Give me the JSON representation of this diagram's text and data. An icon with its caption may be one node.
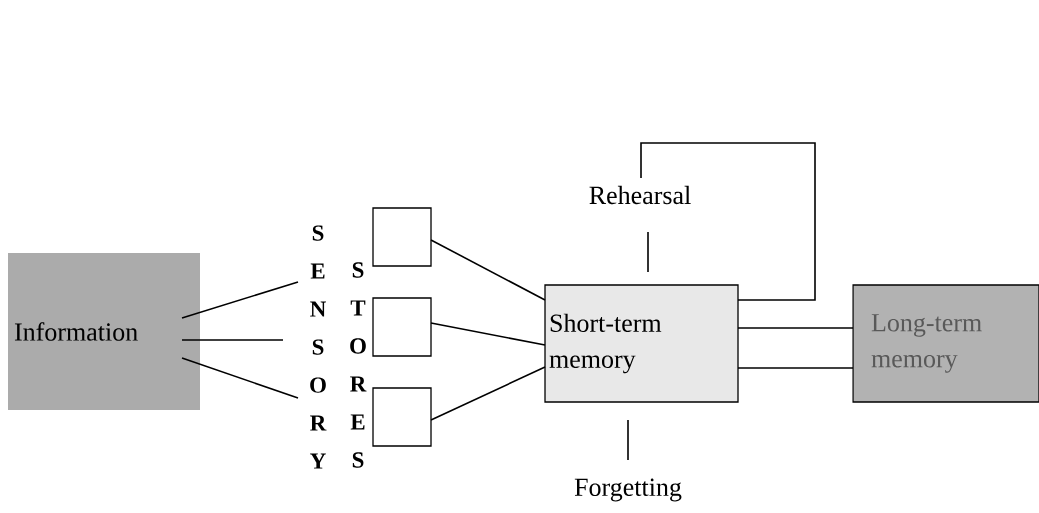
{
  "diagram": {
    "nodes": [
      {
        "text": [
          "Information"
        ]
      },
      {
        "text": [
          "S E N S O R Y"
        ]
      },
      {
        "text": [],
        "shape": "box"
      },
      {
        "text": [],
        "shape": "box"
      },
      {
        "text": [],
        "shape": "box"
      },
      {
        "text": [
          "Rehearsal"
        ]
      },
      {
        "text": [
          "Short-term memory"
        ]
      },
      {
        "text": [
          "Long-term memory"
        ]
      },
      {
        "text": [
          "Forgetting"
        ]
      }
    ],
    "edges": [
      {
        "from": 0,
        "to": 1,
        "arrow": "none"
      },
      {
        "from": 0,
        "to": 1,
        "arrow": "none"
      },
      {
        "from": 0,
        "to": 1,
        "arrow": "none"
      },
      {
        "from": 2,
        "to": 6,
        "arrow": "none"
      },
      {
        "from": 3,
        "to": 6,
        "arrow": "none"
      },
      {
        "from": 4,
        "to": 6,
        "arrow": "none"
      },
      {
        "from": 6,
        "to": 5,
        "arrow": "none"
      },
      {
        "from": 5,
        "to": 6,
        "arrow": "none"
      },
      {
        "from": 6,
        "to": 7,
        "arrow": "none"
      },
      {
        "from": 6,
        "to": 7,
        "arrow": "none"
      },
      {
        "from": 6,
        "to": 8,
        "arrow": "none"
      }
    ],
    "labels": [
      "S T O R E S"
    ]
  }
}
